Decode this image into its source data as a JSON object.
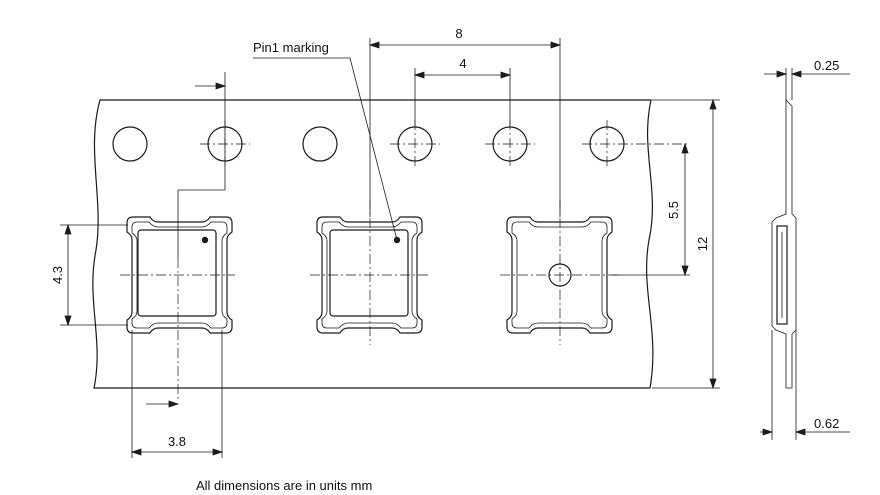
{
  "labels": {
    "pin1": "Pin1 marking",
    "footer": "All dimensions are in units mm"
  },
  "dimensions": {
    "pitch": "8",
    "hole_pitch": "4",
    "hole_to_cavity": "5.5",
    "tape_width": "12",
    "cavity_height": "4.3",
    "cavity_width": "3.8",
    "thickness_tape": "0.25",
    "thickness_total": "0.62"
  },
  "colors": {
    "line": "#1a1a1a",
    "background": "#ffffff"
  }
}
